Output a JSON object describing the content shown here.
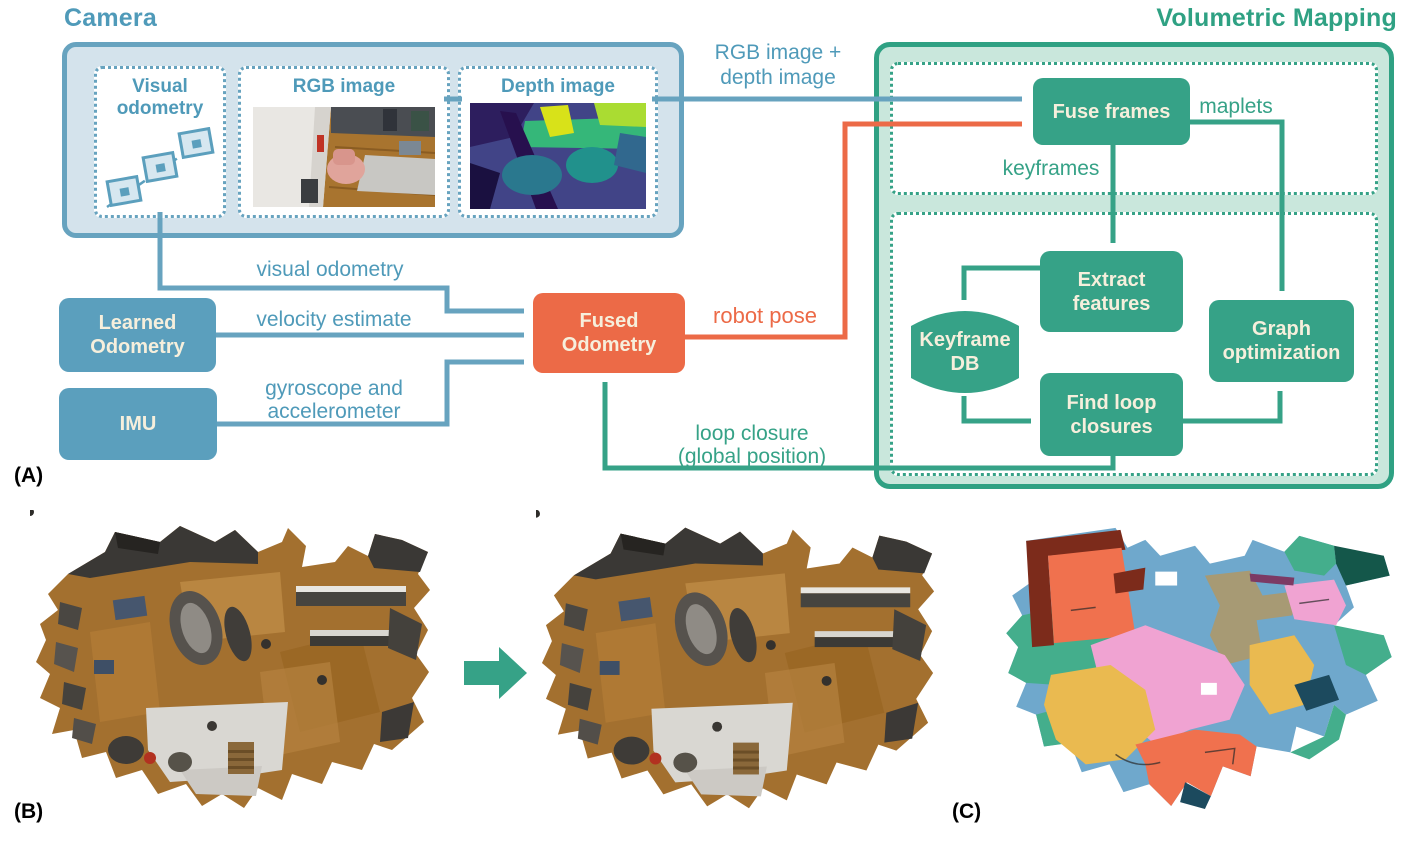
{
  "colors": {
    "blue": "#5b9fbd",
    "blue_line": "#67a3bf",
    "blue_fill": "#d4e3ec",
    "blue_text": "#4f9ab9",
    "green": "#36a287",
    "green_dark": "#2fa183",
    "green_fill": "#c9e7dc",
    "orange": "#ec6a47",
    "cream": "#f6efdc"
  },
  "panel_a": {
    "label": "(A)",
    "camera": {
      "title": "Camera",
      "visual_odometry": "Visual odometry",
      "rgb_image": "RGB image",
      "depth_image": "Depth image"
    },
    "boxes": {
      "learned_odometry": "Learned Odometry",
      "imu": "IMU",
      "fused_odometry": "Fused Odometry"
    },
    "volumetric": {
      "title": "Volumetric Mapping",
      "fuse_frames": "Fuse frames",
      "extract_features": "Extract features",
      "keyframe_db": "Keyframe DB",
      "find_loop_closures": "Find loop closures",
      "graph_optimization": "Graph optimization"
    },
    "edge_labels": {
      "rgb_depth_1": "RGB image +",
      "rgb_depth_2": "depth image",
      "visual_odometry": "visual odometry",
      "velocity_estimate": "velocity estimate",
      "gyro_1": "gyroscope and",
      "gyro_2": "accelerometer",
      "robot_pose": "robot pose",
      "maplets": "maplets",
      "keyframes": "keyframes",
      "loop_1": "loop closure",
      "loop_2": "(global position)"
    }
  },
  "panel_b": {
    "label": "(B)"
  },
  "panel_c": {
    "label": "(C)"
  }
}
